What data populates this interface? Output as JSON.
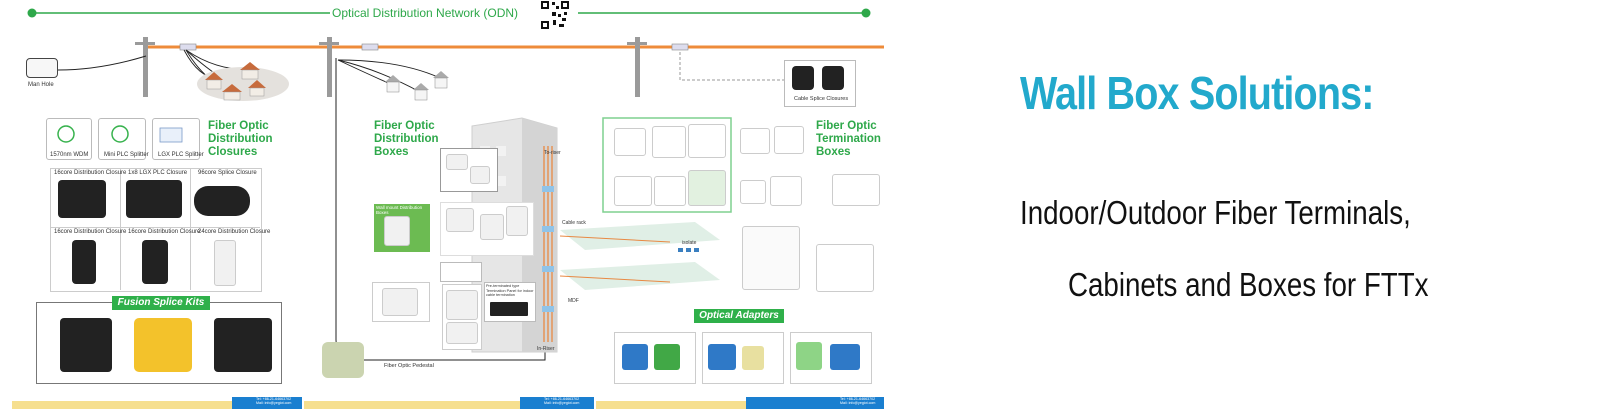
{
  "diagram": {
    "title": "Optical Distribution Network (ODN)",
    "labels": {
      "man_hole": "Man Hole",
      "cable_splice_closures": "Cable Splice Closures",
      "fiber_optic_pedestal": "Fiber Optic Pedestal",
      "cable_rack": "Cable rack",
      "mdf": "MDF",
      "in_riser": "In-Riser",
      "to_riser": "To-riser",
      "wall_mount": "Wall mount Distribution Boxes",
      "pre_terminated": "Pre-terminated type Termination Panel for indoor cable termination",
      "isolate": "isolate"
    },
    "closures": {
      "heading": "Fiber Optic Distribution Closures",
      "top_items": [
        "1570nm WDM",
        "Mini PLC Splitter",
        "LGX PLC Splitter"
      ],
      "row1": [
        "16core Distribution Closure",
        "1x8 LGX PLC Closure",
        "96core Splice Closure"
      ],
      "row2": [
        "16core Distribution Closure",
        "16core Distribution Closure",
        "24core Distribution Closure"
      ]
    },
    "splice_kits": {
      "heading": "Fusion Splice Kits"
    },
    "distribution_boxes": {
      "heading": "Fiber Optic Distribution Boxes"
    },
    "termination_boxes": {
      "heading": "Fiber Optic Termination Boxes"
    },
    "optical_adapters": {
      "heading": "Optical Adapters"
    },
    "footer": {
      "tel": "Tel: +86-21-64663702",
      "mail": "Mail: info@yegiot.com"
    }
  },
  "headline": {
    "title": "Wall Box Solutions:",
    "line1": "Indoor/Outdoor Fiber Terminals,",
    "line2": "Cabinets and Boxes for FTTx"
  },
  "colors": {
    "accent_blue": "#22a9cc",
    "green": "#2ea84a",
    "orange_cable": "#ee8b3a",
    "footer_yellow": "#f6df8f",
    "footer_blue": "#1a7fd0"
  }
}
